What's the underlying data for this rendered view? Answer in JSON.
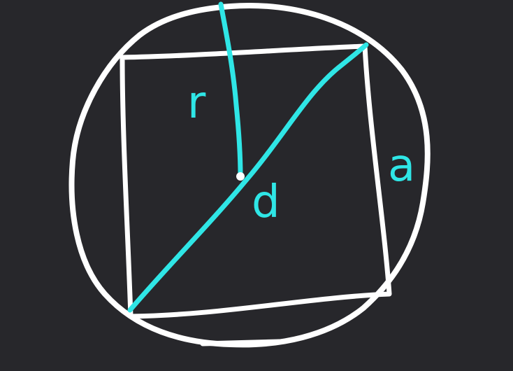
{
  "diagram": {
    "background_color": "#27272b",
    "stroke_color": "#ffffff",
    "accent_color": "#2fe6e6",
    "shapes": [
      "circle",
      "inscribed-square",
      "radius",
      "diagonal",
      "center-point"
    ],
    "labels": {
      "radius": "r",
      "diagonal": "d",
      "side": "a"
    }
  }
}
